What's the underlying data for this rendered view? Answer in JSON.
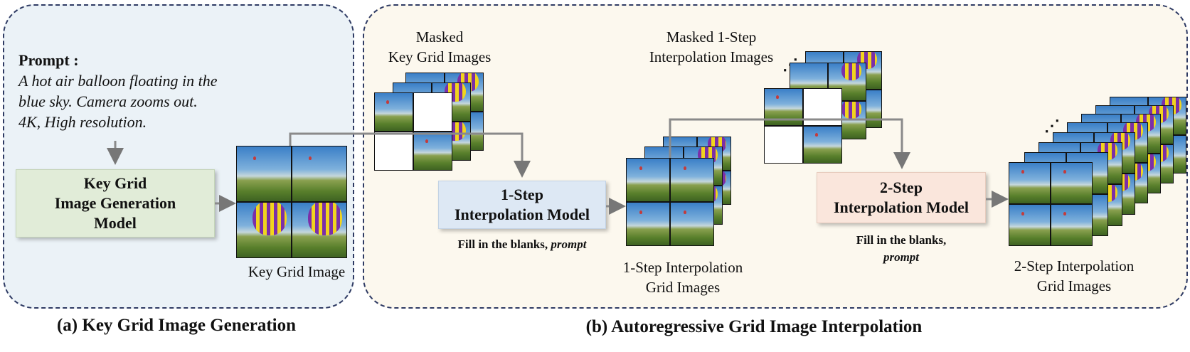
{
  "caption_a": "(a) Key Grid Image Generation",
  "caption_b": "(b) Autoregressive Grid Image Interpolation",
  "prompt": {
    "title": "Prompt :",
    "lines": [
      "A hot air balloon floating in the",
      "blue sky. Camera zooms out.",
      "4K, High resolution."
    ]
  },
  "key_model": {
    "lines": [
      "Key Grid",
      "Image Generation",
      "Model"
    ]
  },
  "key_grid_label": "Key Grid Image",
  "masked_key_label": {
    "lines": [
      "Masked",
      "Key Grid Images"
    ]
  },
  "masked_1step_label": {
    "lines": [
      "Masked 1-Step",
      "Interpolation Images"
    ]
  },
  "model_1": {
    "lines": [
      "1-Step",
      "Interpolation Model"
    ],
    "sub_text": "Fill in the blanks,",
    "sub_prompt": "prompt"
  },
  "model_2": {
    "lines": [
      "2-Step",
      "Interpolation Model"
    ],
    "sub_text": "Fill in the blanks,",
    "sub_prompt": "prompt"
  },
  "grid_1step_label": {
    "lines": [
      "1-Step Interpolation",
      "Grid Images"
    ]
  },
  "grid_2step_label": {
    "lines": [
      "2-Step Interpolation",
      "Grid Images"
    ]
  },
  "colors": {
    "border": "#2e3a63",
    "arrow": "#8a8a8a",
    "key_model_bg": "#e1ecd8",
    "model1_bg": "#dde8f4",
    "model2_bg": "#fae6dc"
  }
}
